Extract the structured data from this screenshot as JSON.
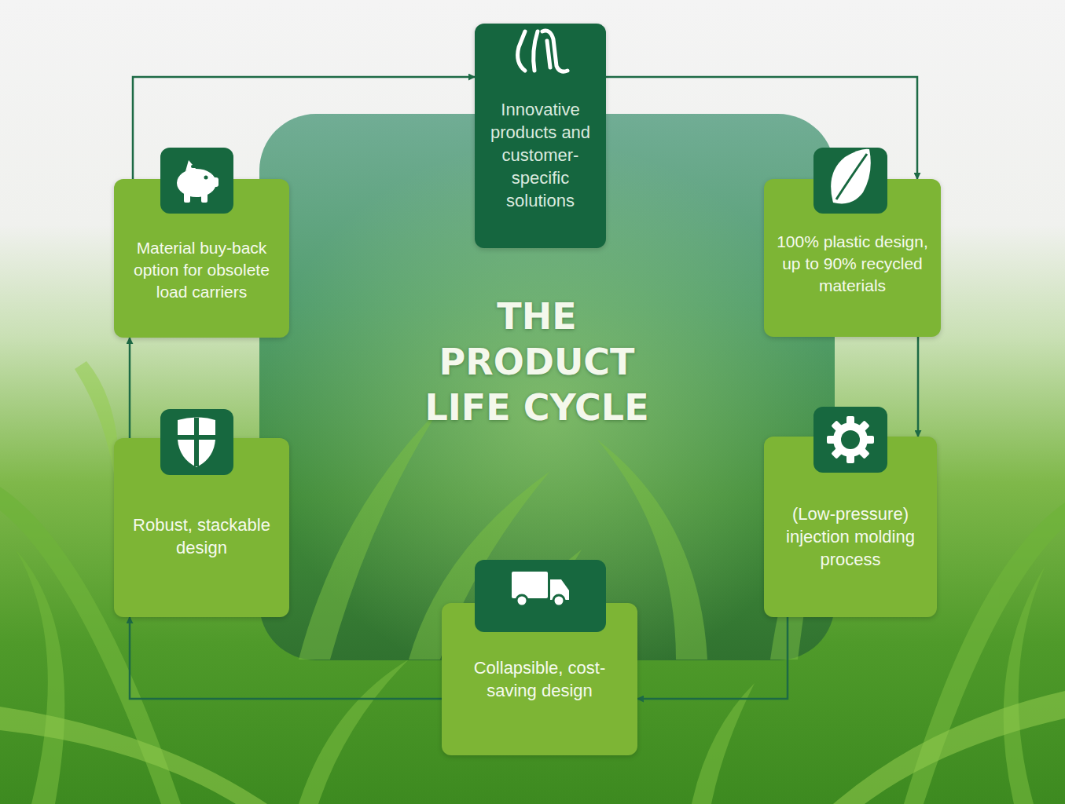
{
  "diagram": {
    "title": "THE PRODUCT LIFE CYCLE",
    "nodes": [
      {
        "text": [
          "Innovative products and customer-specific solutions"
        ]
      },
      {
        "text": [
          "100% plastic design, up to 90% recycled materials"
        ]
      },
      {
        "text": [
          "(Low-pressure) injection molding process"
        ]
      },
      {
        "text": [
          "Collapsible, cost-saving design"
        ]
      },
      {
        "text": [
          "Robust, stackable design"
        ]
      },
      {
        "text": [
          "Material buy-back option for obsolete load carriers"
        ]
      }
    ],
    "edges": [
      {
        "from": 5,
        "to": 0,
        "arrow": "to"
      },
      {
        "from": 0,
        "to": 1,
        "arrow": "to"
      },
      {
        "from": 1,
        "to": 2,
        "arrow": "to"
      },
      {
        "from": 2,
        "to": 3,
        "arrow": "to"
      },
      {
        "from": 3,
        "to": 4,
        "arrow": "to"
      },
      {
        "from": 4,
        "to": 5,
        "arrow": "to"
      }
    ]
  }
}
